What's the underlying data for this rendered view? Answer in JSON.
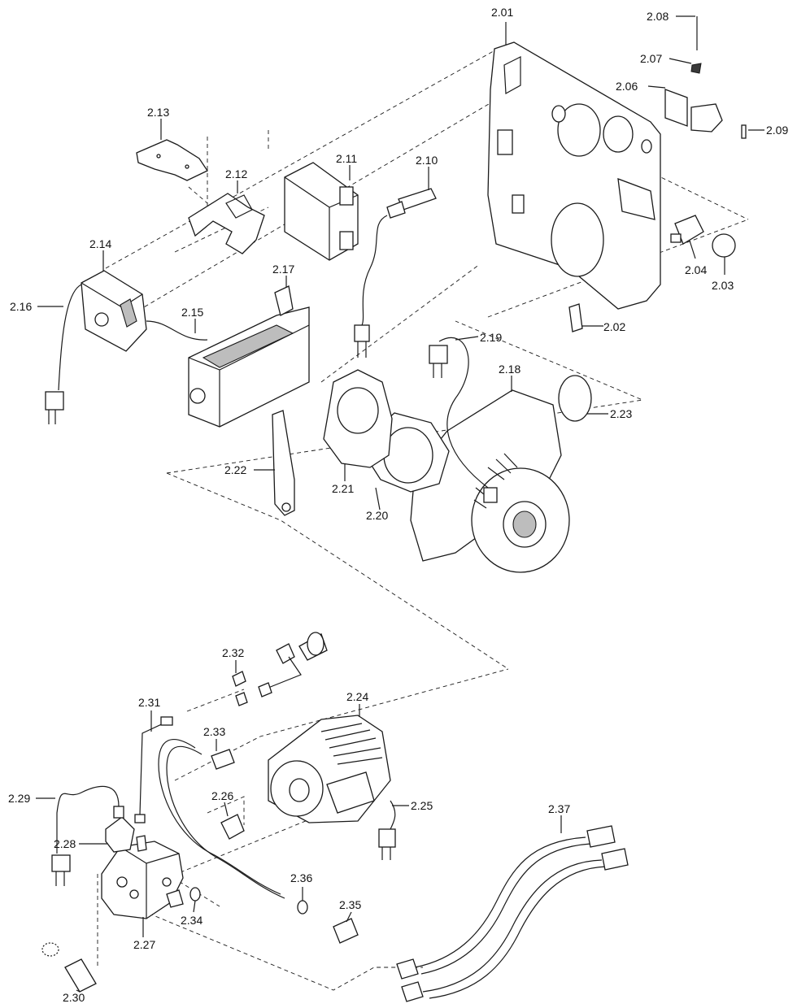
{
  "diagram": {
    "labels": [
      "2.01",
      "2.02",
      "2.03",
      "2.04",
      "2.06",
      "2.07",
      "2.08",
      "2.09",
      "2.10",
      "2.11",
      "2.12",
      "2.13",
      "2.14",
      "2.15",
      "2.16",
      "2.17",
      "2.18",
      "2.19",
      "2.20",
      "2.21",
      "2.22",
      "2.23",
      "2.24",
      "2.25",
      "2.26",
      "2.27",
      "2.28",
      "2.29",
      "2.30",
      "2.31",
      "2.32",
      "2.33",
      "2.34",
      "2.35",
      "2.36",
      "2.37"
    ]
  }
}
